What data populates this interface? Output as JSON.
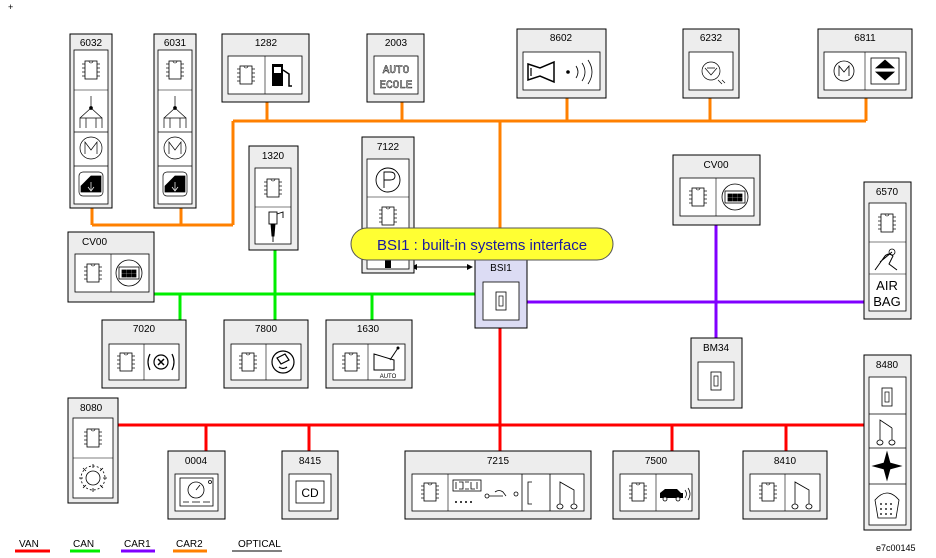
{
  "corner_mark": "+",
  "callout": "BSI1 : built-in systems interface",
  "reference": "e7c00145",
  "colors": {
    "van": "#ff0000",
    "can": "#00ee00",
    "car1": "#8000ff",
    "car2": "#ff8000",
    "optical": "#000000",
    "module_bg": "#ededed",
    "bsi_bg": "#dcdcf4",
    "callout_bg": "#ffff33"
  },
  "legend": [
    {
      "label": "VAN",
      "color": "#ff0000"
    },
    {
      "label": "CAN",
      "color": "#00ee00"
    },
    {
      "label": "CAR1",
      "color": "#8000ff"
    },
    {
      "label": "CAR2",
      "color": "#ff8000"
    },
    {
      "label": "OPTICAL",
      "color": "#000000"
    }
  ],
  "modules": {
    "m6032": {
      "label": "6032",
      "icon": "window-lift-icon"
    },
    "m6031": {
      "label": "6031",
      "icon": "window-lift-icon"
    },
    "m1282": {
      "label": "1282",
      "icon": "fuel-pump-icon"
    },
    "m2003": {
      "label": "2003",
      "icon": "driving-school-icon",
      "text1": "AUTO",
      "text2": "ECOLE"
    },
    "m8602": {
      "label": "8602",
      "icon": "horn-icon"
    },
    "m6232": {
      "label": "6232",
      "icon": "lamp-icon"
    },
    "m6811": {
      "label": "6811",
      "icon": "motor-icon"
    },
    "m1320": {
      "label": "1320",
      "icon": "injector-icon"
    },
    "m7122": {
      "label": "7122",
      "icon": "parking-icon"
    },
    "cv00a": {
      "label": "CV00",
      "icon": "switch-icon"
    },
    "cv00b": {
      "label": "CV00",
      "icon": "switch-icon"
    },
    "bsi1": {
      "label": "BSI1",
      "icon": "fuse-icon"
    },
    "m6570": {
      "label": "6570",
      "icon": "airbag-icon",
      "text1": "AIR",
      "text2": "BAG"
    },
    "m7020": {
      "label": "7020",
      "icon": "abs-icon"
    },
    "m7800": {
      "label": "7800",
      "icon": "esp-icon"
    },
    "m1630": {
      "label": "1630",
      "icon": "gearbox-icon",
      "text1": "AUTO"
    },
    "bm34": {
      "label": "BM34",
      "icon": "fuse-icon"
    },
    "m8480": {
      "label": "8480",
      "icon": "telematics-icon"
    },
    "m8080": {
      "label": "8080",
      "icon": "climate-icon"
    },
    "m0004": {
      "label": "0004",
      "icon": "instrument-icon"
    },
    "m8415": {
      "label": "8415",
      "icon": "cd-icon",
      "text1": "CD"
    },
    "m7215": {
      "label": "7215",
      "icon": "display-icon"
    },
    "m7500": {
      "label": "7500",
      "icon": "parking-sensor-icon"
    },
    "m8410": {
      "label": "8410",
      "icon": "audio-icon"
    }
  }
}
